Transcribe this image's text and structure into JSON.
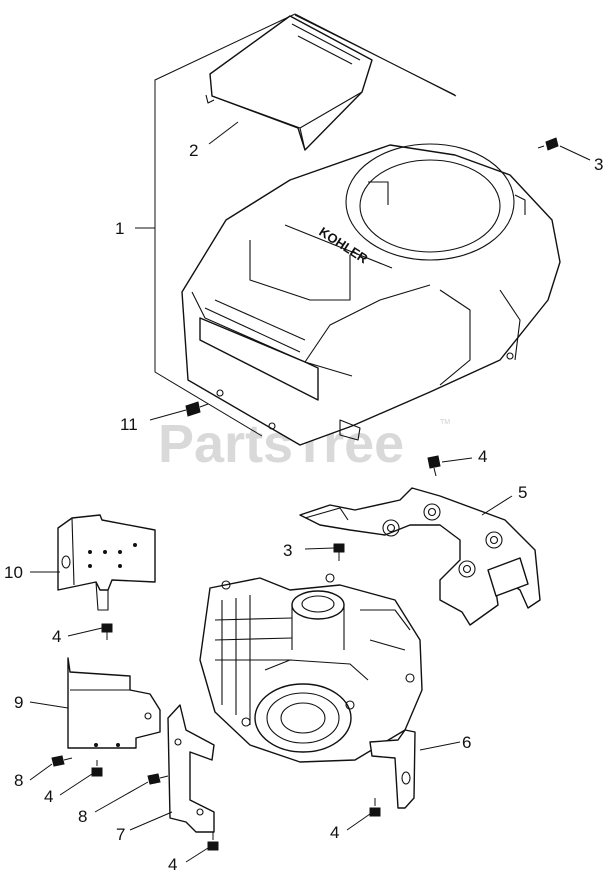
{
  "watermark": {
    "text": "PartsTree",
    "trademark": "TM"
  },
  "brand_mark": "KOHLER",
  "callouts": [
    {
      "id": "c1",
      "label": "1"
    },
    {
      "id": "c2",
      "label": "2"
    },
    {
      "id": "c3a",
      "label": "3"
    },
    {
      "id": "c11",
      "label": "11"
    },
    {
      "id": "c4a",
      "label": "4"
    },
    {
      "id": "c5",
      "label": "5"
    },
    {
      "id": "c3b",
      "label": "3"
    },
    {
      "id": "c10",
      "label": "10"
    },
    {
      "id": "c4b",
      "label": "4"
    },
    {
      "id": "c9",
      "label": "9"
    },
    {
      "id": "c6",
      "label": "6"
    },
    {
      "id": "c8a",
      "label": "8"
    },
    {
      "id": "c4c",
      "label": "4"
    },
    {
      "id": "c8b",
      "label": "8"
    },
    {
      "id": "c7",
      "label": "7"
    },
    {
      "id": "c4d",
      "label": "4"
    },
    {
      "id": "c4e",
      "label": "4"
    }
  ]
}
